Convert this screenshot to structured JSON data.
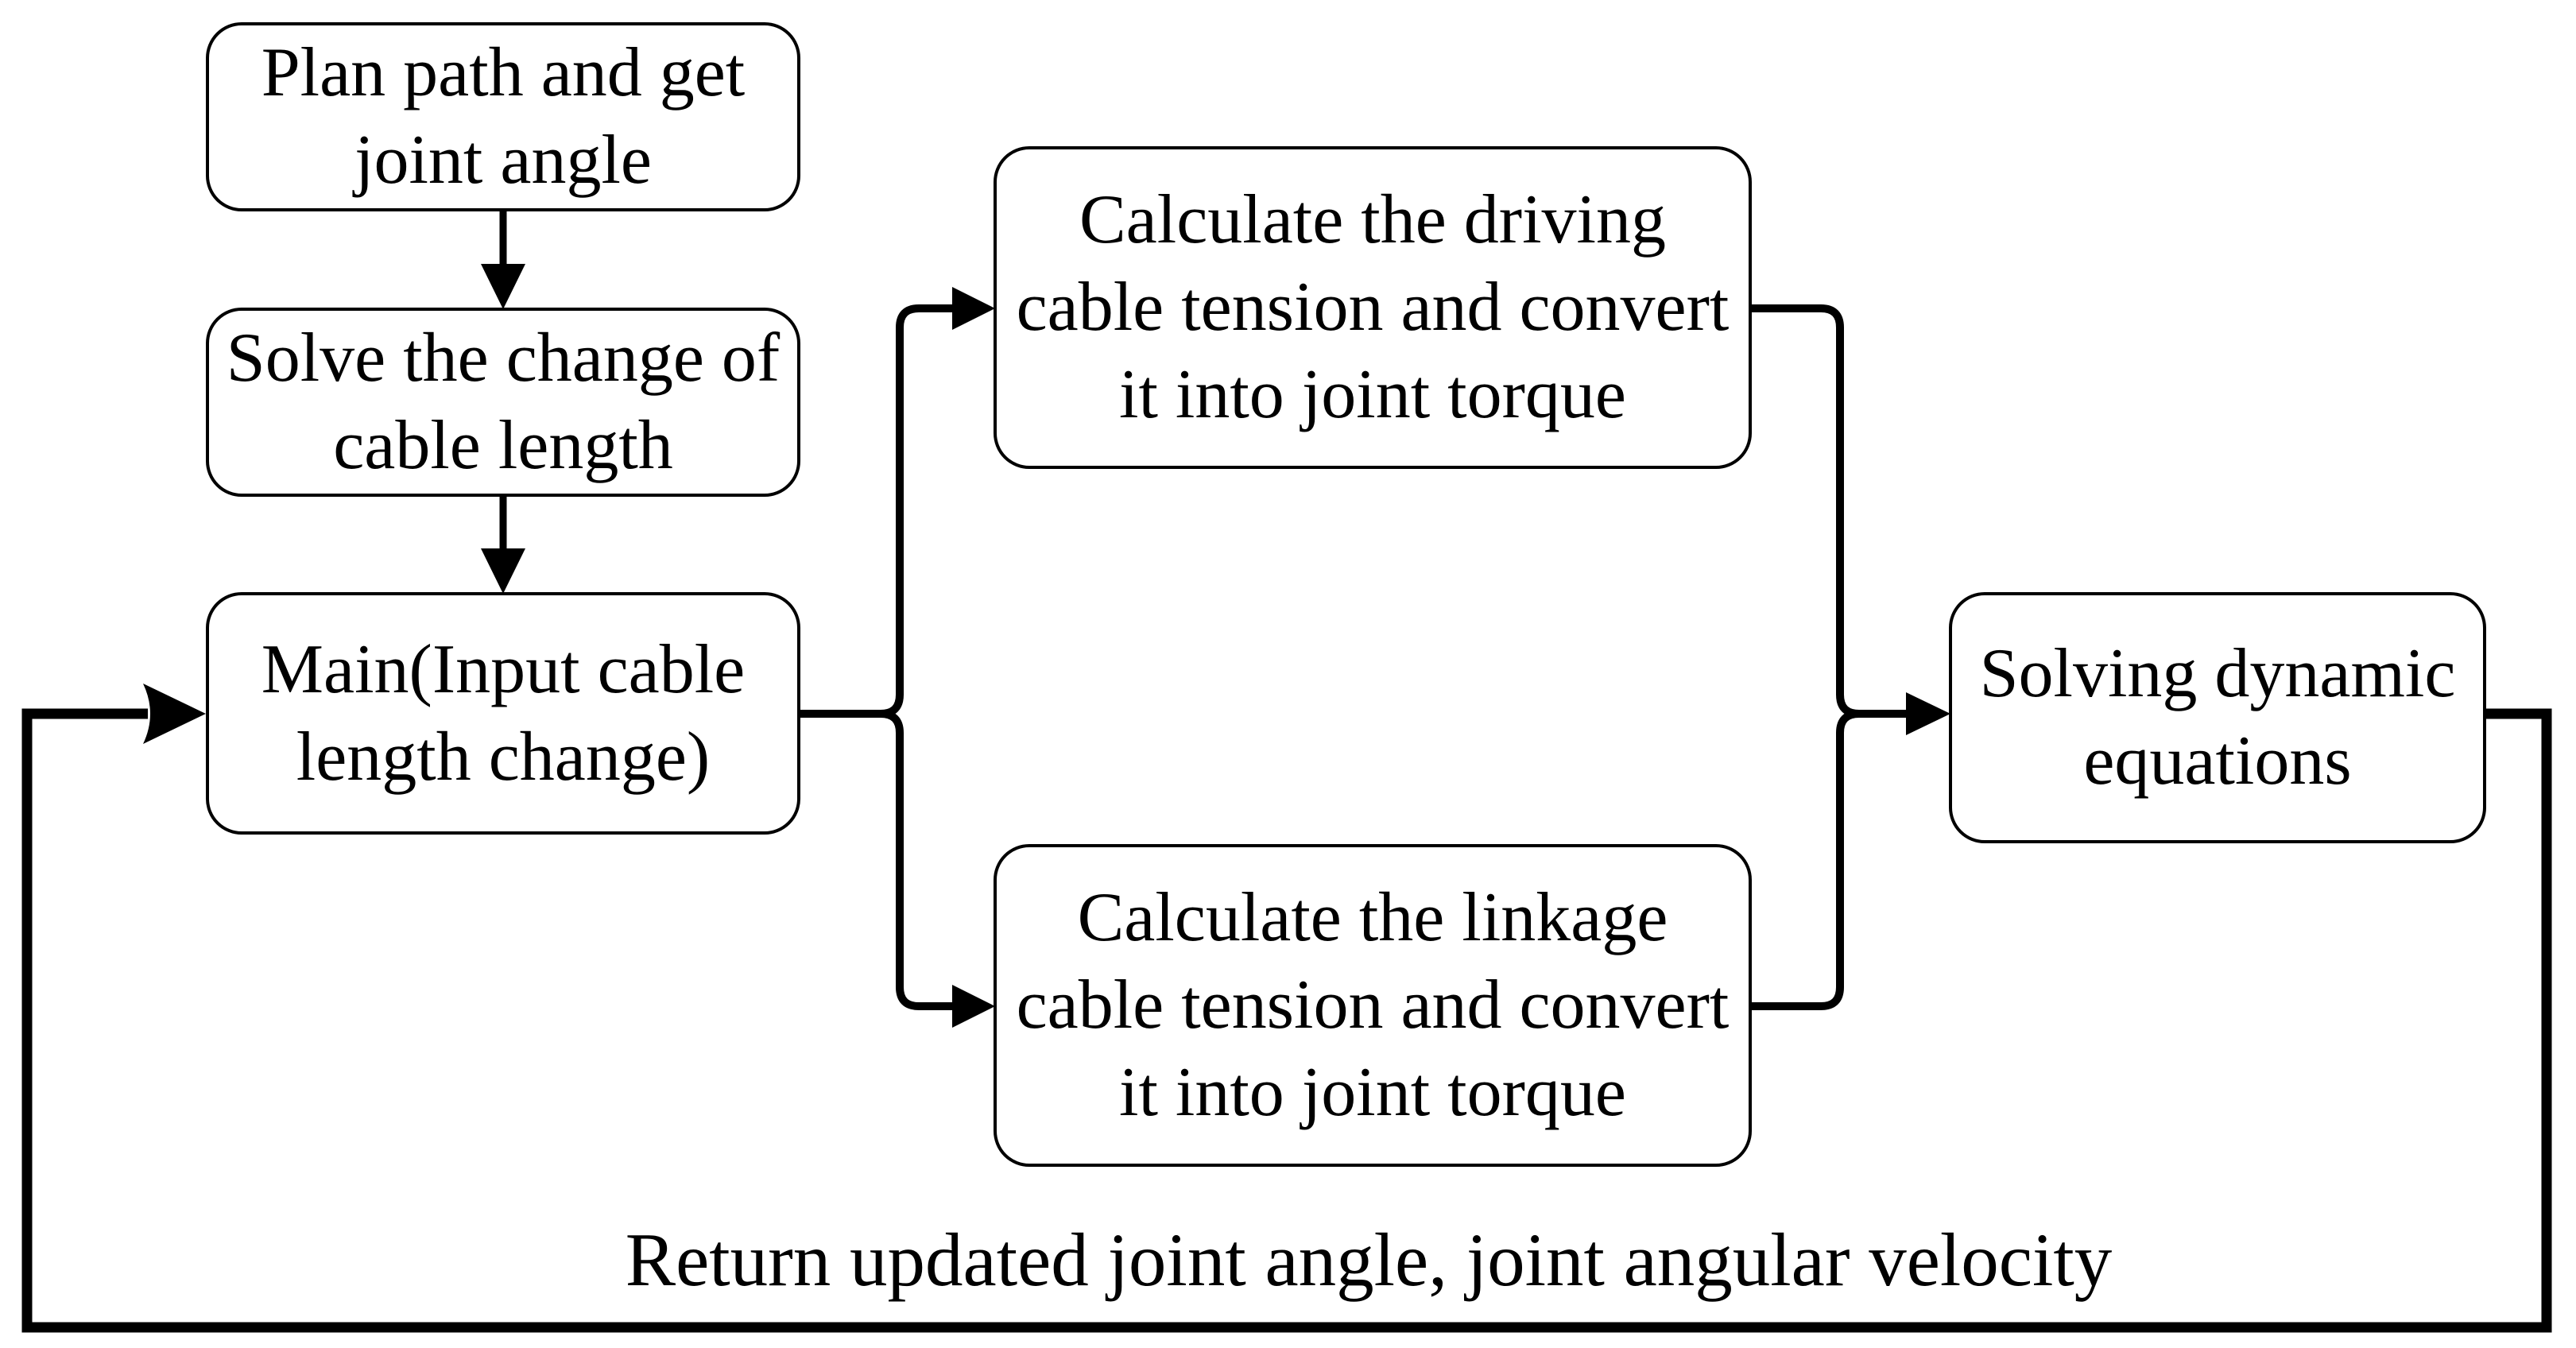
{
  "diagram": {
    "background_color": "#ffffff",
    "line_color": "#000000",
    "nodes": [
      {
        "id": "plan-path",
        "label": "Plan path and get\njoint angle"
      },
      {
        "id": "solve-change",
        "label": "Solve the change of\ncable length"
      },
      {
        "id": "main-input",
        "label": "Main(Input cable\nlength change)"
      },
      {
        "id": "calc-driving",
        "label": "Calculate the driving\ncable tension and convert\nit into joint torque"
      },
      {
        "id": "calc-linkage",
        "label": "Calculate the linkage\ncable tension and convert\nit into joint torque"
      },
      {
        "id": "solving-dynamic",
        "label": "Solving dynamic\nequations"
      }
    ],
    "edges": [
      {
        "from": "plan-path",
        "to": "solve-change",
        "type": "straight-arrow-down"
      },
      {
        "from": "solve-change",
        "to": "main-input",
        "type": "straight-arrow-down"
      },
      {
        "from": "main-input",
        "to": "calc-driving",
        "type": "elbow-arrow-right-up"
      },
      {
        "from": "main-input",
        "to": "calc-linkage",
        "type": "elbow-arrow-right-down"
      },
      {
        "from": "calc-driving",
        "to": "solving-dynamic",
        "type": "elbow-arrow-down-right"
      },
      {
        "from": "calc-linkage",
        "to": "solving-dynamic",
        "type": "elbow-arrow-up-right"
      },
      {
        "from": "solving-dynamic",
        "to": "main-input",
        "type": "feedback-loop-bottom"
      }
    ],
    "footer_label": "Return updated joint angle, joint angular velocity"
  }
}
